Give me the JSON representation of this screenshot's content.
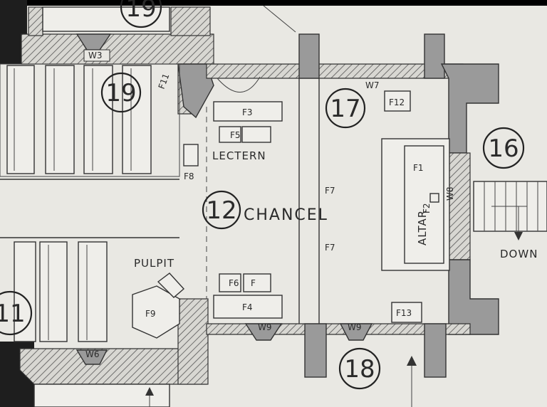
{
  "colors": {
    "paper": "#e9e8e3",
    "ink": "#2a2a2a",
    "wall": "#9a9a9a",
    "frame": "#000000"
  },
  "rooms": [
    {
      "number": "19",
      "label": ""
    },
    {
      "number": "19",
      "label": ""
    },
    {
      "number": "17",
      "label": ""
    },
    {
      "number": "16",
      "label": ""
    },
    {
      "number": "12",
      "label": "CHANCEL"
    },
    {
      "number": "11",
      "label": ""
    },
    {
      "number": "18",
      "label": ""
    }
  ],
  "windows": [
    "W3",
    "W7",
    "W8",
    "W6",
    "W9",
    "W9"
  ],
  "fixtures": [
    "F1",
    "F2",
    "F3",
    "F4",
    "F5",
    "F6",
    "F7",
    "F7",
    "F8",
    "F9",
    "F11",
    "F12",
    "F13"
  ],
  "fixture_prefix": "F",
  "labels": {
    "lectern": "LECTERN",
    "pulpit": "PULPIT",
    "altar": "ALTAR",
    "down": "DOWN"
  }
}
